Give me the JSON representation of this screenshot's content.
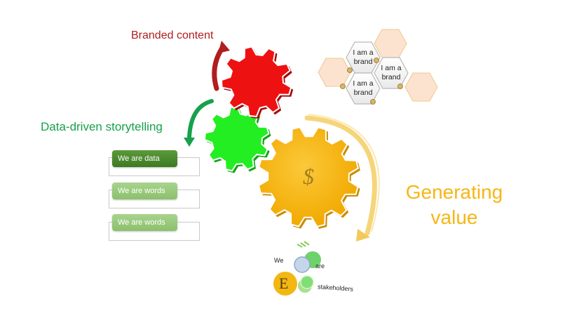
{
  "labels": {
    "branded_content": "Branded content",
    "data_driven_storytelling": "Data-driven storytelling",
    "generating_value_line1": "Generating",
    "generating_value_line2": "value"
  },
  "gears": {
    "red": {
      "color": "#ee1111"
    },
    "green": {
      "color": "#22ee22"
    },
    "yellow": {
      "color": "#f7b818",
      "symbol": "$"
    }
  },
  "brand_hexes": [
    {
      "line1": "I am a",
      "line2": "brand"
    },
    {
      "line1": "I am a",
      "line2": "brand"
    },
    {
      "line1": "I am a",
      "line2": "brand"
    }
  ],
  "data_boxes": [
    {
      "label": "We are data",
      "style": "dark"
    },
    {
      "label": "We are words",
      "style": "light"
    },
    {
      "label": "We are words",
      "style": "light"
    }
  ],
  "stakeholders": {
    "word1": "We",
    "word2": "are",
    "word3": "stakeholders",
    "letter": "E"
  },
  "colors": {
    "red_text": "#b01e1e",
    "green_text": "#16a14a",
    "gold_text": "#f6b615",
    "hex_fill": "#fbe3cf",
    "hex_stroke": "#f0c890"
  }
}
